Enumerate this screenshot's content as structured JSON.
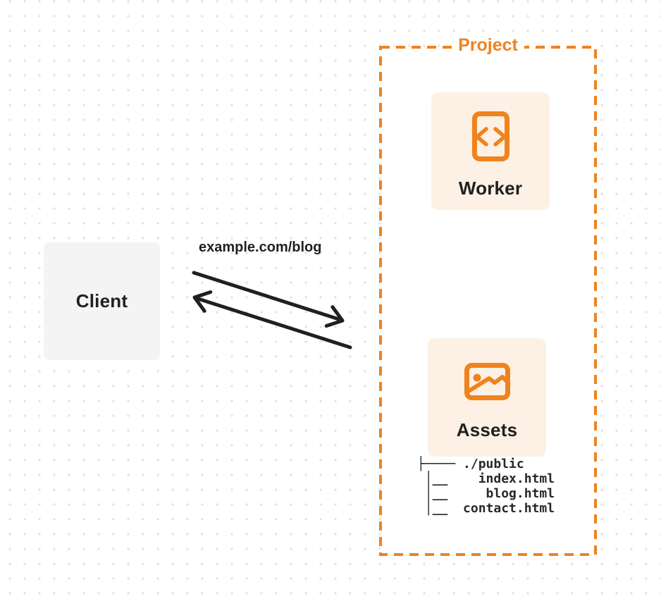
{
  "diagram": {
    "client": {
      "label": "Client"
    },
    "request_url": "example.com/blog",
    "project": {
      "label": "Project",
      "worker": {
        "label": "Worker",
        "icon": "code-document-icon"
      },
      "assets": {
        "label": "Assets",
        "icon": "image-icon"
      },
      "file_tree_lines": [
        "├──── ./public",
        " │__    index.html",
        " │__     blog.html",
        " │__  contact.html"
      ]
    },
    "arrows": {
      "request": "client-to-project-arrow",
      "response": "project-to-client-arrow"
    },
    "colors": {
      "accent_orange": "#F0821F",
      "ink": "#1E2023",
      "worker_panel_bg": "#FCF1E4",
      "client_panel_bg": "#F4F4F5",
      "dot_grid": "#E3E3E6"
    }
  }
}
